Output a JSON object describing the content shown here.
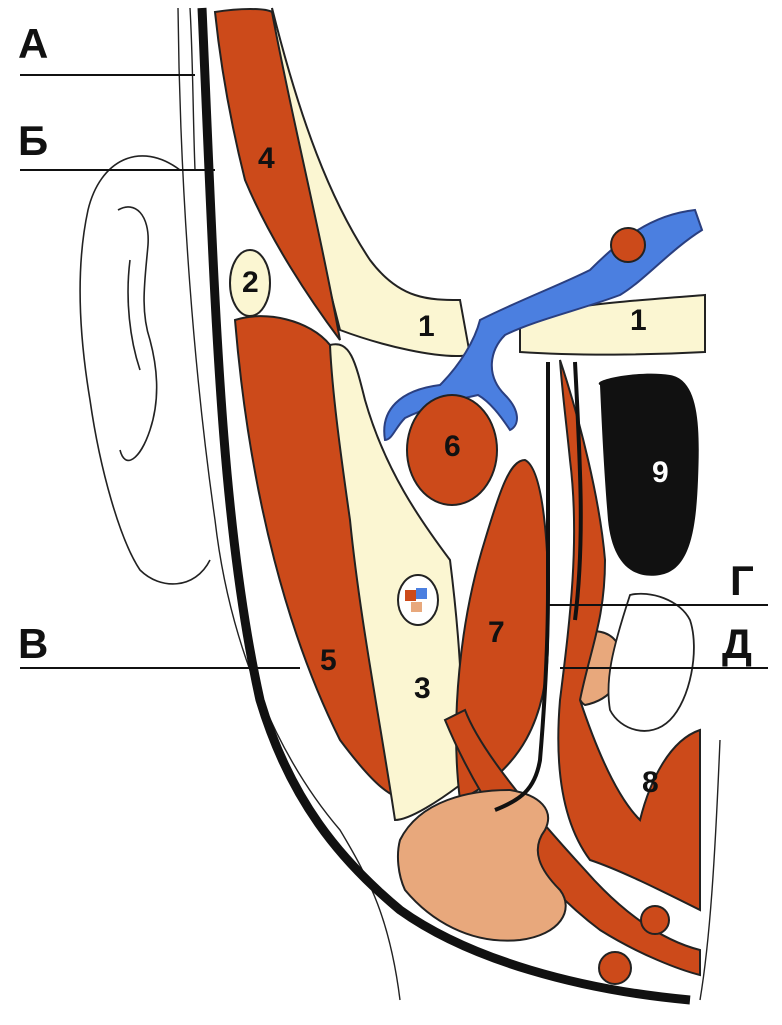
{
  "letters": {
    "a": "А",
    "b": "Б",
    "v": "В",
    "g": "Г",
    "d": "Д"
  },
  "numbers": {
    "n1a": "1",
    "n1b": "1",
    "n2": "2",
    "n3": "3",
    "n4": "4",
    "n5": "5",
    "n6": "6",
    "n7": "7",
    "n8": "8",
    "n9": "9"
  },
  "colors": {
    "muscle": "#cc4a1a",
    "cream": "#fbf6d2",
    "blue": "#4b7fe0",
    "peach": "#e8a87c",
    "black": "#111111"
  }
}
